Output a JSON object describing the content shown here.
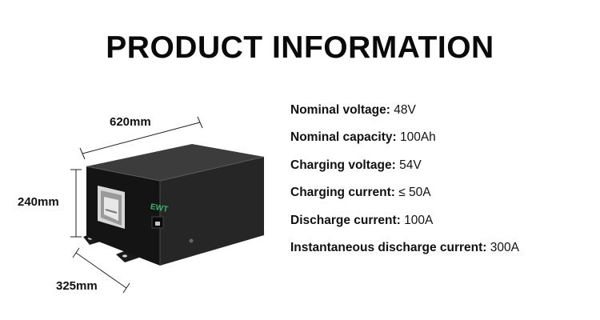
{
  "page": {
    "title": "PRODUCT INFORMATION"
  },
  "product": {
    "brand": "EWT",
    "dimensions": {
      "length": "620mm",
      "height": "240mm",
      "width": "325mm"
    }
  },
  "specs": [
    {
      "key": "Nominal voltage:",
      "value": "48V"
    },
    {
      "key": "Nominal capacity:",
      "value": "100Ah"
    },
    {
      "key": "Charging voltage:",
      "value": "54V"
    },
    {
      "key": "Charging current:",
      "value": "≤ 50A"
    },
    {
      "key": "Discharge current:",
      "value": "100A"
    },
    {
      "key": "Instantaneous discharge current:",
      "value": "300A"
    }
  ]
}
